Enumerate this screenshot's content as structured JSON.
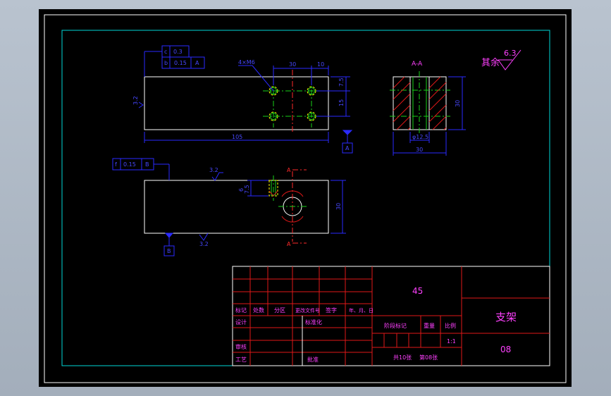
{
  "drawing": {
    "tolerance_frame_top": [
      {
        "symbol": "c",
        "value": "0.3",
        "datum": ""
      },
      {
        "symbol": "b",
        "value": "0.15",
        "datum": "A"
      }
    ],
    "tolerance_frame_side": {
      "symbol": "f",
      "value": "0.15",
      "datum": "B"
    },
    "hole_callout": "4×M6",
    "dims_top_view": {
      "pitch_x": "30",
      "edge_x": "10",
      "pitch_y": "15",
      "edge_y": "7.5",
      "length": "105"
    },
    "roughness_left": "3.2",
    "datum_a": "A",
    "datum_b": "B",
    "section_label": "A-A",
    "section_dims": {
      "height": "30",
      "hole": "φ12.5",
      "width": "30"
    },
    "side_view": {
      "roughness": "3.2",
      "depth_a": "6",
      "depth_b": "7.5",
      "height": "30",
      "cut_a": "A",
      "cut_b": "A",
      "rough_bottom": "3.2"
    },
    "rest_roughness": {
      "label": "其余",
      "value": "6.3"
    }
  },
  "title_block": {
    "material": "45",
    "part_name": "支架",
    "drawing_no": "08",
    "revision_headers": [
      "标记",
      "处数",
      "分区",
      "更改文件号",
      "签字",
      "年、月、日"
    ],
    "row_design": "设计",
    "row_standard": "标准化",
    "row_review": "审核",
    "row_process": "工艺",
    "row_approve": "批准",
    "stage_mark": "阶段标记",
    "weight": "重量",
    "scale_label": "比例",
    "scale_value": "1:1",
    "sheet_total": "共10张",
    "sheet_no": "第08张"
  }
}
